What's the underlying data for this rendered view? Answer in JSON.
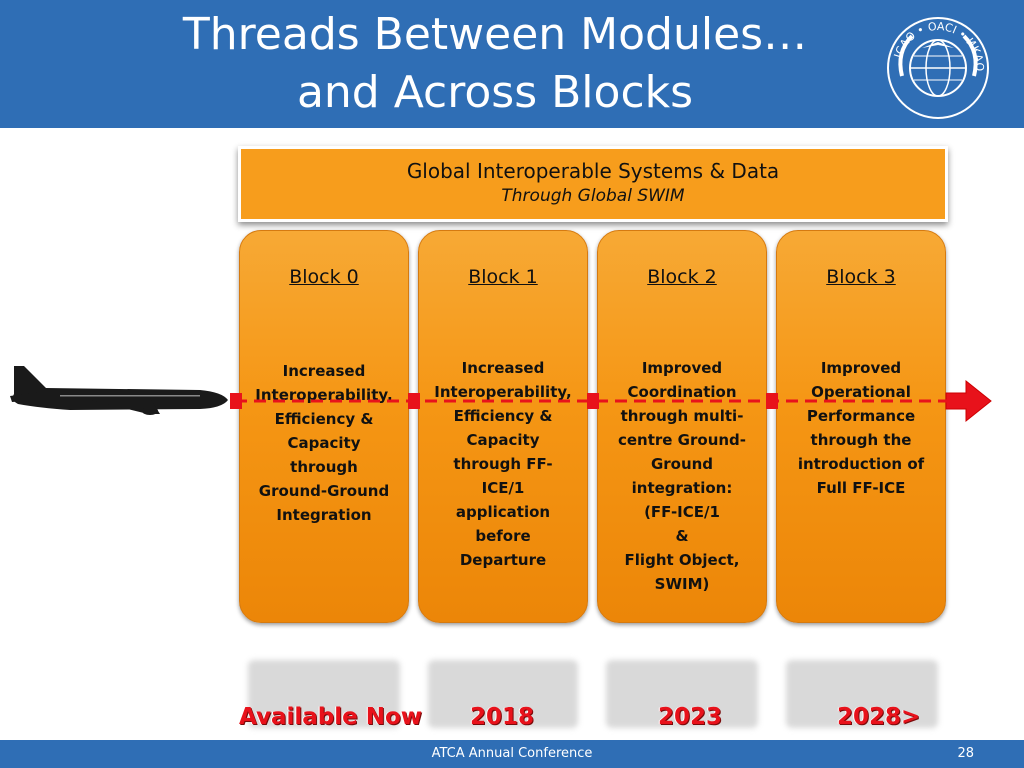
{
  "slide": {
    "title_line1": "Threads Between Modules…",
    "title_line2": "and Across Blocks",
    "logo_text": "ICAO • OACI • ИКАО"
  },
  "swim_banner": {
    "line1": "Global Interoperable Systems & Data",
    "line2": "Through Global SWIM"
  },
  "blocks": [
    {
      "title": "Block 0",
      "lines": [
        "Increased",
        "Interoperability,",
        "Efficiency &",
        "Capacity",
        "through",
        "Ground-Ground",
        "Integration"
      ]
    },
    {
      "title": "Block 1",
      "lines": [
        "Increased",
        "Interoperability,",
        "Efficiency &",
        "Capacity",
        "through FF-",
        "ICE/1",
        "application",
        "before",
        "Departure"
      ]
    },
    {
      "title": "Block 2",
      "lines": [
        "Improved",
        "Coordination",
        "through multi-",
        "centre Ground-",
        "Ground",
        "integration:",
        "(FF-ICE/1",
        "&",
        "Flight Object,",
        "SWIM)"
      ]
    },
    {
      "title": "Block 3",
      "lines": [
        "Improved",
        "Operational",
        "Performance",
        "through the",
        "introduction of",
        "Full FF-ICE"
      ]
    }
  ],
  "timeline": [
    "Available Now",
    "2018",
    "2023",
    "2028>"
  ],
  "footer": {
    "conference": "ATCA Annual Conference",
    "page": "28"
  },
  "colors": {
    "header_blue": "#2f6eb5",
    "block_orange": "#f59614",
    "thread_red": "#e8121b"
  },
  "icons": [
    "icao-logo-icon",
    "airplane-icon",
    "thread-arrow-icon"
  ]
}
